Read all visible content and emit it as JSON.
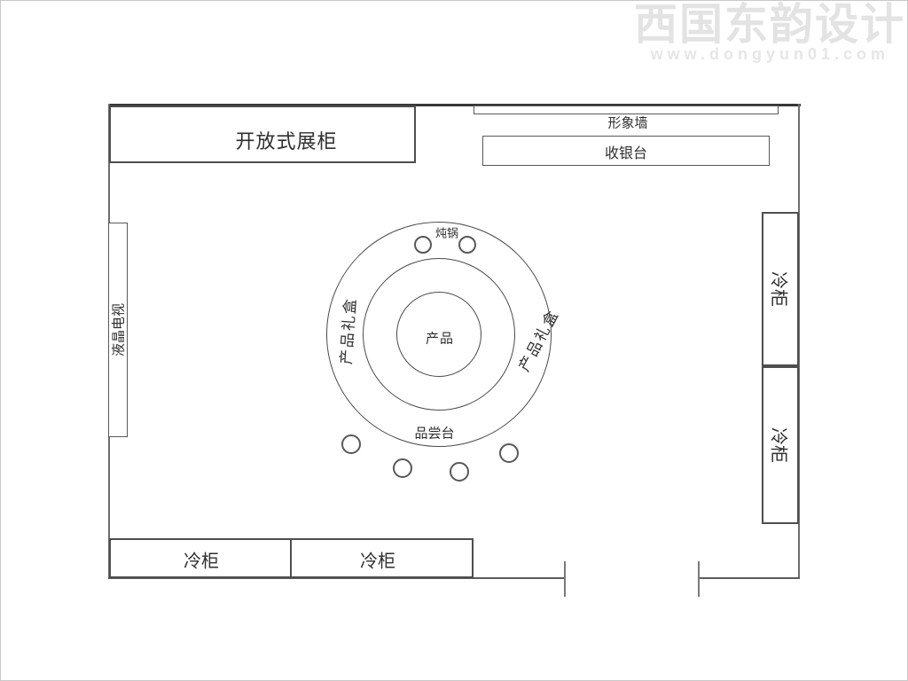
{
  "watermark": {
    "brand": "西国东韵设计",
    "url": "www.dongyun01.com"
  },
  "floorplan": {
    "display_cabinet": "开放式展柜",
    "image_wall": "形象墙",
    "cashier": "收银台",
    "lcd_tv": "液晶电视",
    "freezers": {
      "right_top": "冷柜",
      "right_bottom": "冷柜",
      "bottom_left": "冷柜",
      "bottom_right": "冷柜"
    },
    "center_display": {
      "product": "产品",
      "gift_box_left": "产品礼盒",
      "gift_box_right": "产品礼盒",
      "stew_pot": "炖锅",
      "tasting_table": "品尝台"
    }
  },
  "colors": {
    "wall": "#383838",
    "line": "#555555",
    "text": "#2f2f2f",
    "watermark": "#e3e3e3"
  }
}
